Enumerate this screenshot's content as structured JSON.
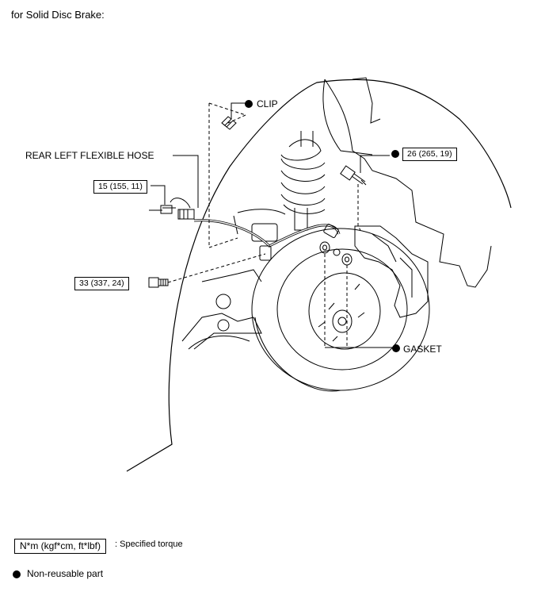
{
  "heading": "for Solid Disc Brake:",
  "labels": {
    "clip": "CLIP",
    "rear_left_flexible_hose": "REAR LEFT FLEXIBLE HOSE",
    "gasket": "GASKET"
  },
  "torques": {
    "union_bolt": "26 (265, 19)",
    "flare_nut": "15 (155, 11)",
    "bracket_bolt": "33 (337, 24)"
  },
  "legend": {
    "torque_unit": "N*m (kgf*cm, ft*lbf)",
    "torque_desc": ": Specified torque",
    "non_reusable": "Non-reusable part"
  }
}
